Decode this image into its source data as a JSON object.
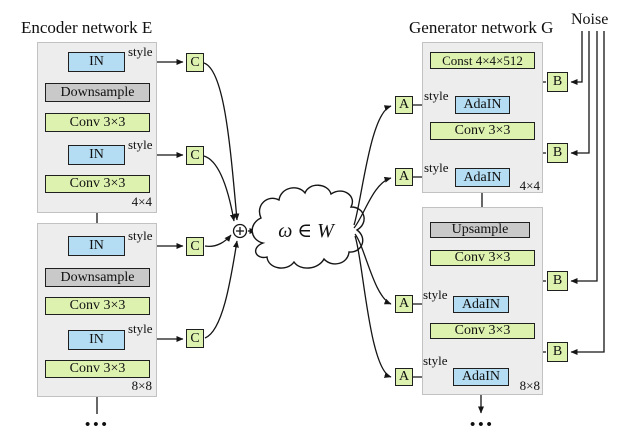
{
  "titles": {
    "encoder": "Encoder network E",
    "generator": "Generator network G",
    "noise": "Noise"
  },
  "shared": {
    "style_label": "style",
    "c_label": "C",
    "a_label": "A",
    "b_label": "B",
    "dots": "•••"
  },
  "encoder_4x4": {
    "in_top": "IN",
    "downsample": "Downsample",
    "conv_mid": "Conv 3×3",
    "in_bottom": "IN",
    "conv_bottom": "Conv 3×3",
    "size": "4×4"
  },
  "encoder_8x8": {
    "in_top": "IN",
    "downsample": "Downsample",
    "conv_mid": "Conv 3×3",
    "in_bottom": "IN",
    "conv_bottom": "Conv 3×3",
    "size": "8×8"
  },
  "generator_4x4": {
    "const": "Const 4×4×512",
    "adain_top": "AdaIN",
    "conv": "Conv 3×3",
    "adain_bottom": "AdaIN",
    "size": "4×4"
  },
  "generator_8x8": {
    "upsample": "Upsample",
    "conv_top": "Conv 3×3",
    "adain_top": "AdaIN",
    "conv_bottom": "Conv 3×3",
    "adain_bottom": "AdaIN",
    "size": "8×8"
  },
  "latent": {
    "formula": "ω ∈ W"
  },
  "colors": {
    "green": "#def2b0",
    "blue": "#b4dcf2",
    "gray": "#c9c9c9",
    "panel": "#ededed",
    "ink": "#151515"
  }
}
